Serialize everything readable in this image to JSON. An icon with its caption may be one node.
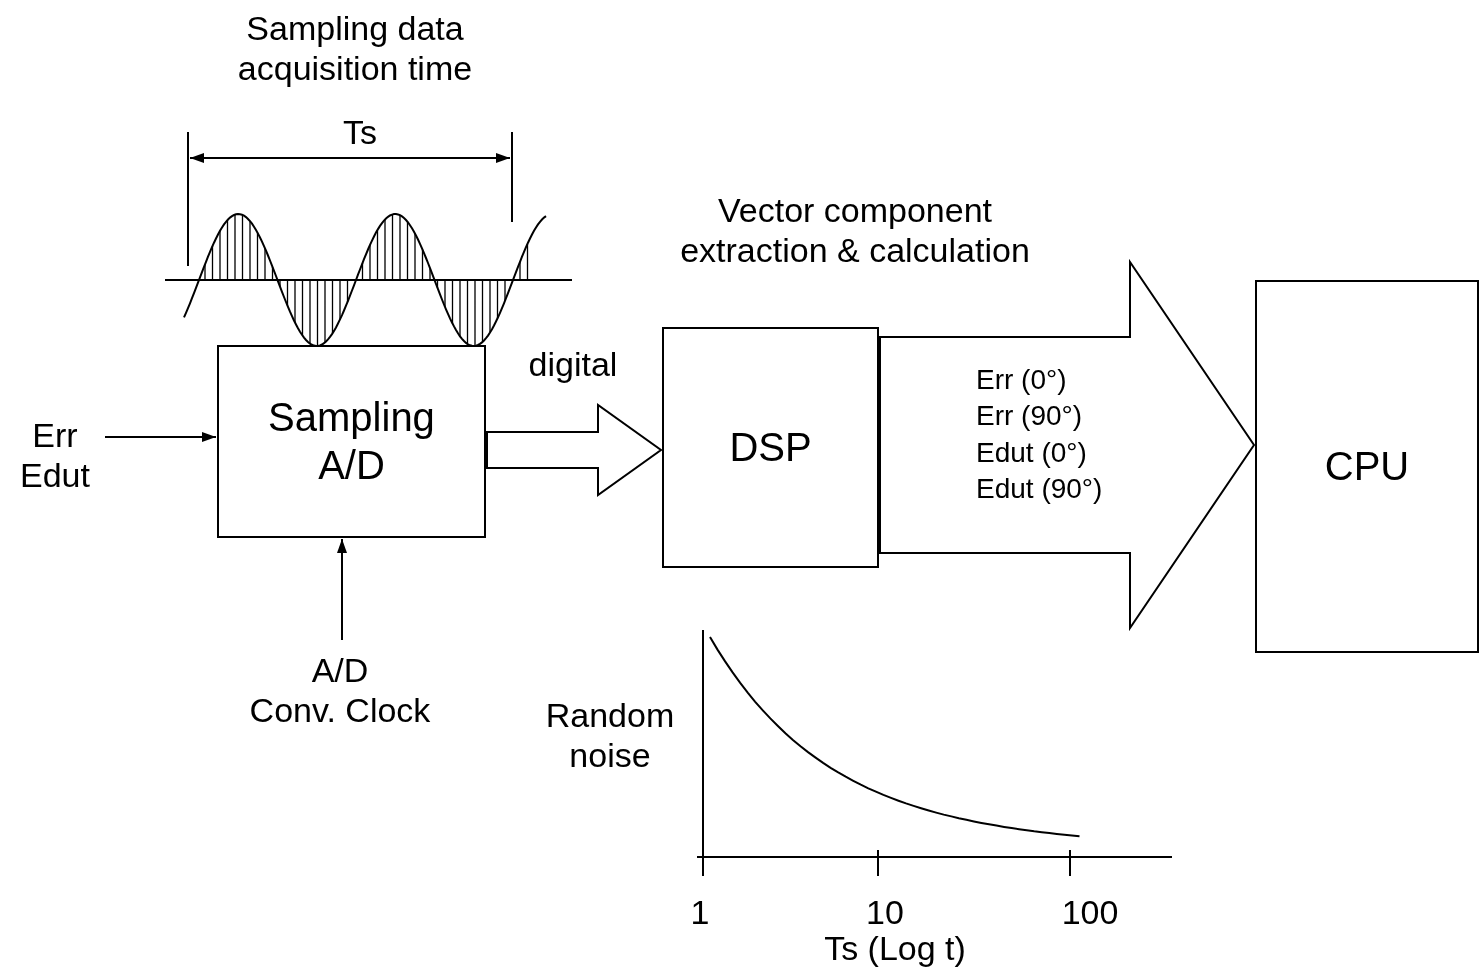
{
  "diagram": {
    "nodes": [
      {
        "text": [
          "Err Edut"
        ]
      },
      {
        "text": [
          "Sampling A/D"
        ]
      },
      {
        "text": [
          "A/D",
          "Conv. Clock"
        ]
      },
      {
        "text": [
          "DSP"
        ]
      },
      {
        "text": [
          "CPU"
        ]
      }
    ],
    "edges": [
      {
        "from": 0,
        "to": 1,
        "arrow": "to"
      },
      {
        "from": 2,
        "to": 1,
        "arrow": "to"
      },
      {
        "from": 1,
        "to": 3,
        "arrow": "to",
        "label": "digital"
      },
      {
        "from": 3,
        "to": 4,
        "arrow": "to",
        "label": "Err (0°) Err (90°) Edut (0°) Edut (90°)"
      }
    ],
    "labels": [
      "Sampling data acquisition time",
      "Ts",
      "Vector component extraction & calculation",
      "Random noise",
      "1",
      "10",
      "100",
      "Ts (Log t)"
    ]
  }
}
